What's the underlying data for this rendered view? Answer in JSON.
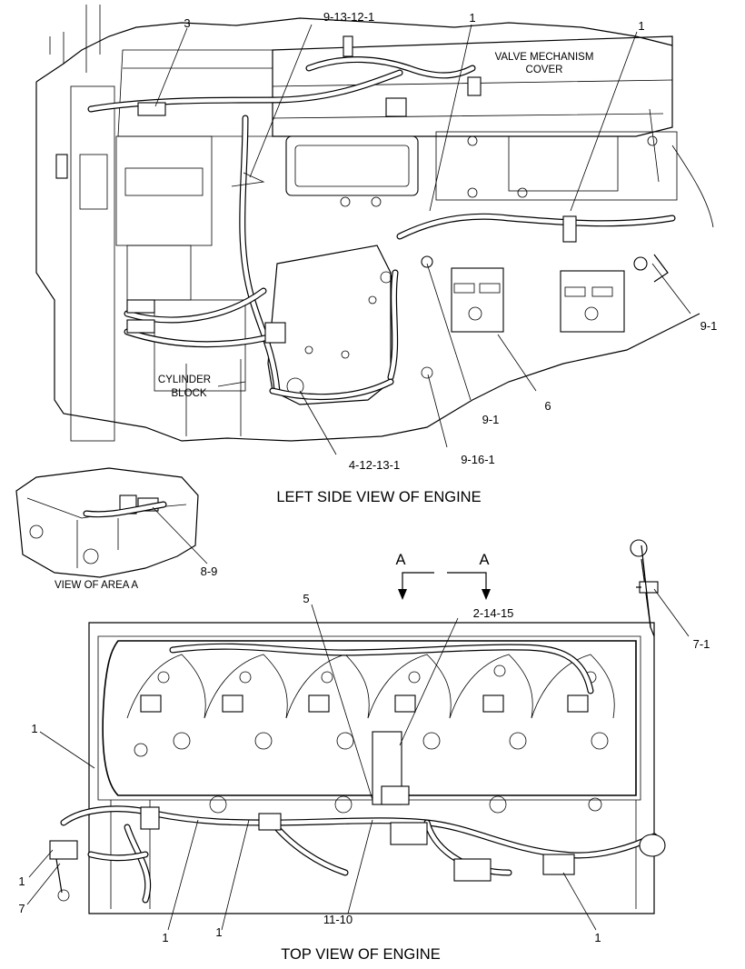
{
  "left_view": {
    "caption": "LEFT SIDE VIEW OF ENGINE",
    "valve_cover_line1": "VALVE MECHANISM",
    "valve_cover_line2": "COVER",
    "cylinder_block_line1": "CYLINDER",
    "cylinder_block_line2": "BLOCK",
    "callouts": {
      "c3": "3",
      "c9_13_12_1": "9-13-12-1",
      "c1_a": "1",
      "c1_b": "1",
      "c9_1_right": "9-1",
      "c6": "6",
      "c9_1_mid": "9-1",
      "c9_16_1": "9-16-1",
      "c4_12_13_1": "4-12-13-1"
    }
  },
  "area_a": {
    "caption": "VIEW OF AREA  A",
    "callout_8_9": "8-9"
  },
  "section": {
    "label_a_left": "A",
    "label_a_right": "A"
  },
  "top_view": {
    "caption": "TOP VIEW OF ENGINE",
    "callouts": {
      "c5": "5",
      "c2_14_15": "2-14-15",
      "c7_1": "7-1",
      "c1_left_top": "1",
      "c1_left_bottom": "1",
      "c7": "7",
      "c1_bottom_a": "1",
      "c1_bottom_b": "1",
      "c11_10": "11-10",
      "c1_bottom_right": "1"
    }
  }
}
